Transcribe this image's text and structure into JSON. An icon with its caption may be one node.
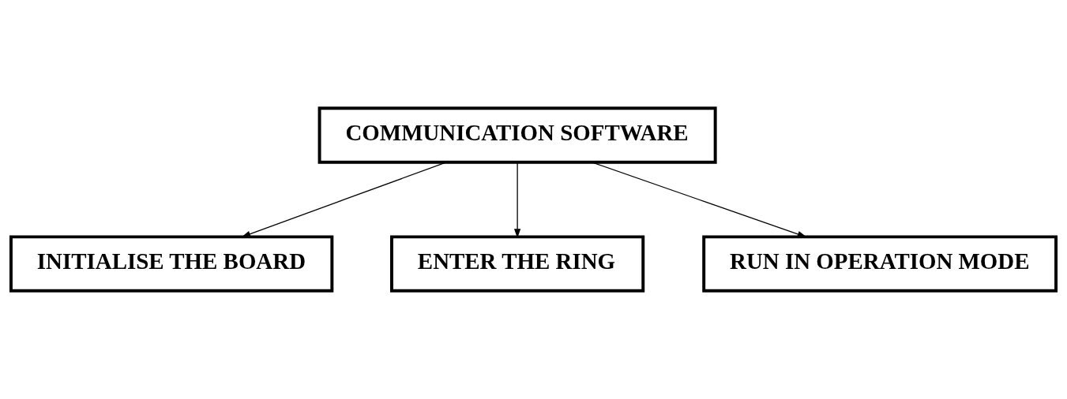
{
  "diagram": {
    "nodes": [
      {
        "text": [
          "COMMUNICATION SOFTWARE"
        ]
      },
      {
        "text": [
          "INITIALISE THE BOARD"
        ]
      },
      {
        "text": [
          "ENTER THE RING"
        ]
      },
      {
        "text": [
          "RUN IN OPERATION MODE"
        ]
      }
    ],
    "edges": [
      {
        "from": 0,
        "to": 1,
        "arrow": "to"
      },
      {
        "from": 0,
        "to": 2,
        "arrow": "to"
      },
      {
        "from": 0,
        "to": 3,
        "arrow": "to"
      }
    ]
  }
}
